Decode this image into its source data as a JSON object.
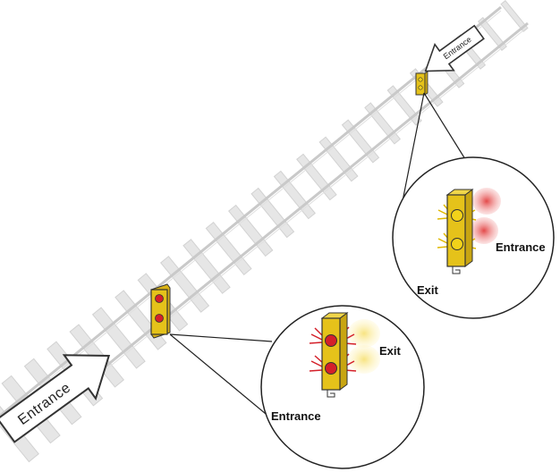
{
  "diagram": {
    "arrows": {
      "bottom_left": "Entrance",
      "top_right": "Entrance"
    },
    "callout_lower": {
      "exit_label": "Exit",
      "entrance_label": "Entrance"
    },
    "callout_upper": {
      "exit_label": "Exit",
      "entrance_label": "Entrance"
    },
    "colors": {
      "signal_body": "#e5c21a",
      "lamp_red": "#d4202a",
      "lamp_yellow": "#f2d21a",
      "glow_red": "#e24040",
      "glow_yellow": "#f7e27a",
      "sleeper": "#e6e6e6",
      "rail": "#c9c9c9"
    }
  }
}
